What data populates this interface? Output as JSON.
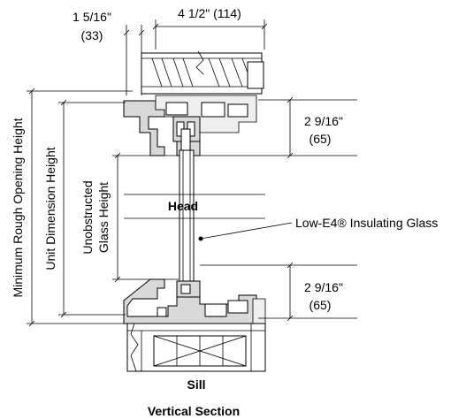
{
  "dimensions": {
    "frame_width": "4 1/2\" (114)",
    "head_offset_top": "1 5/16\"",
    "head_offset_bottom": "(33)",
    "head_depth_top": "2 9/16\"",
    "head_depth_bottom": "(65)",
    "sill_depth_top": "2 9/16\"",
    "sill_depth_bottom": "(65)"
  },
  "vertical_labels": {
    "rough_opening": "Minimum Rough Opening Height",
    "unit_dimension": "Unit Dimension Height",
    "glass_line1": "Unobstructed",
    "glass_line2": "Glass Height"
  },
  "callouts": {
    "glass": "Low-E4® Insulating Glass"
  },
  "section_labels": {
    "head": "Head",
    "sill": "Sill",
    "title": "Vertical Section"
  }
}
